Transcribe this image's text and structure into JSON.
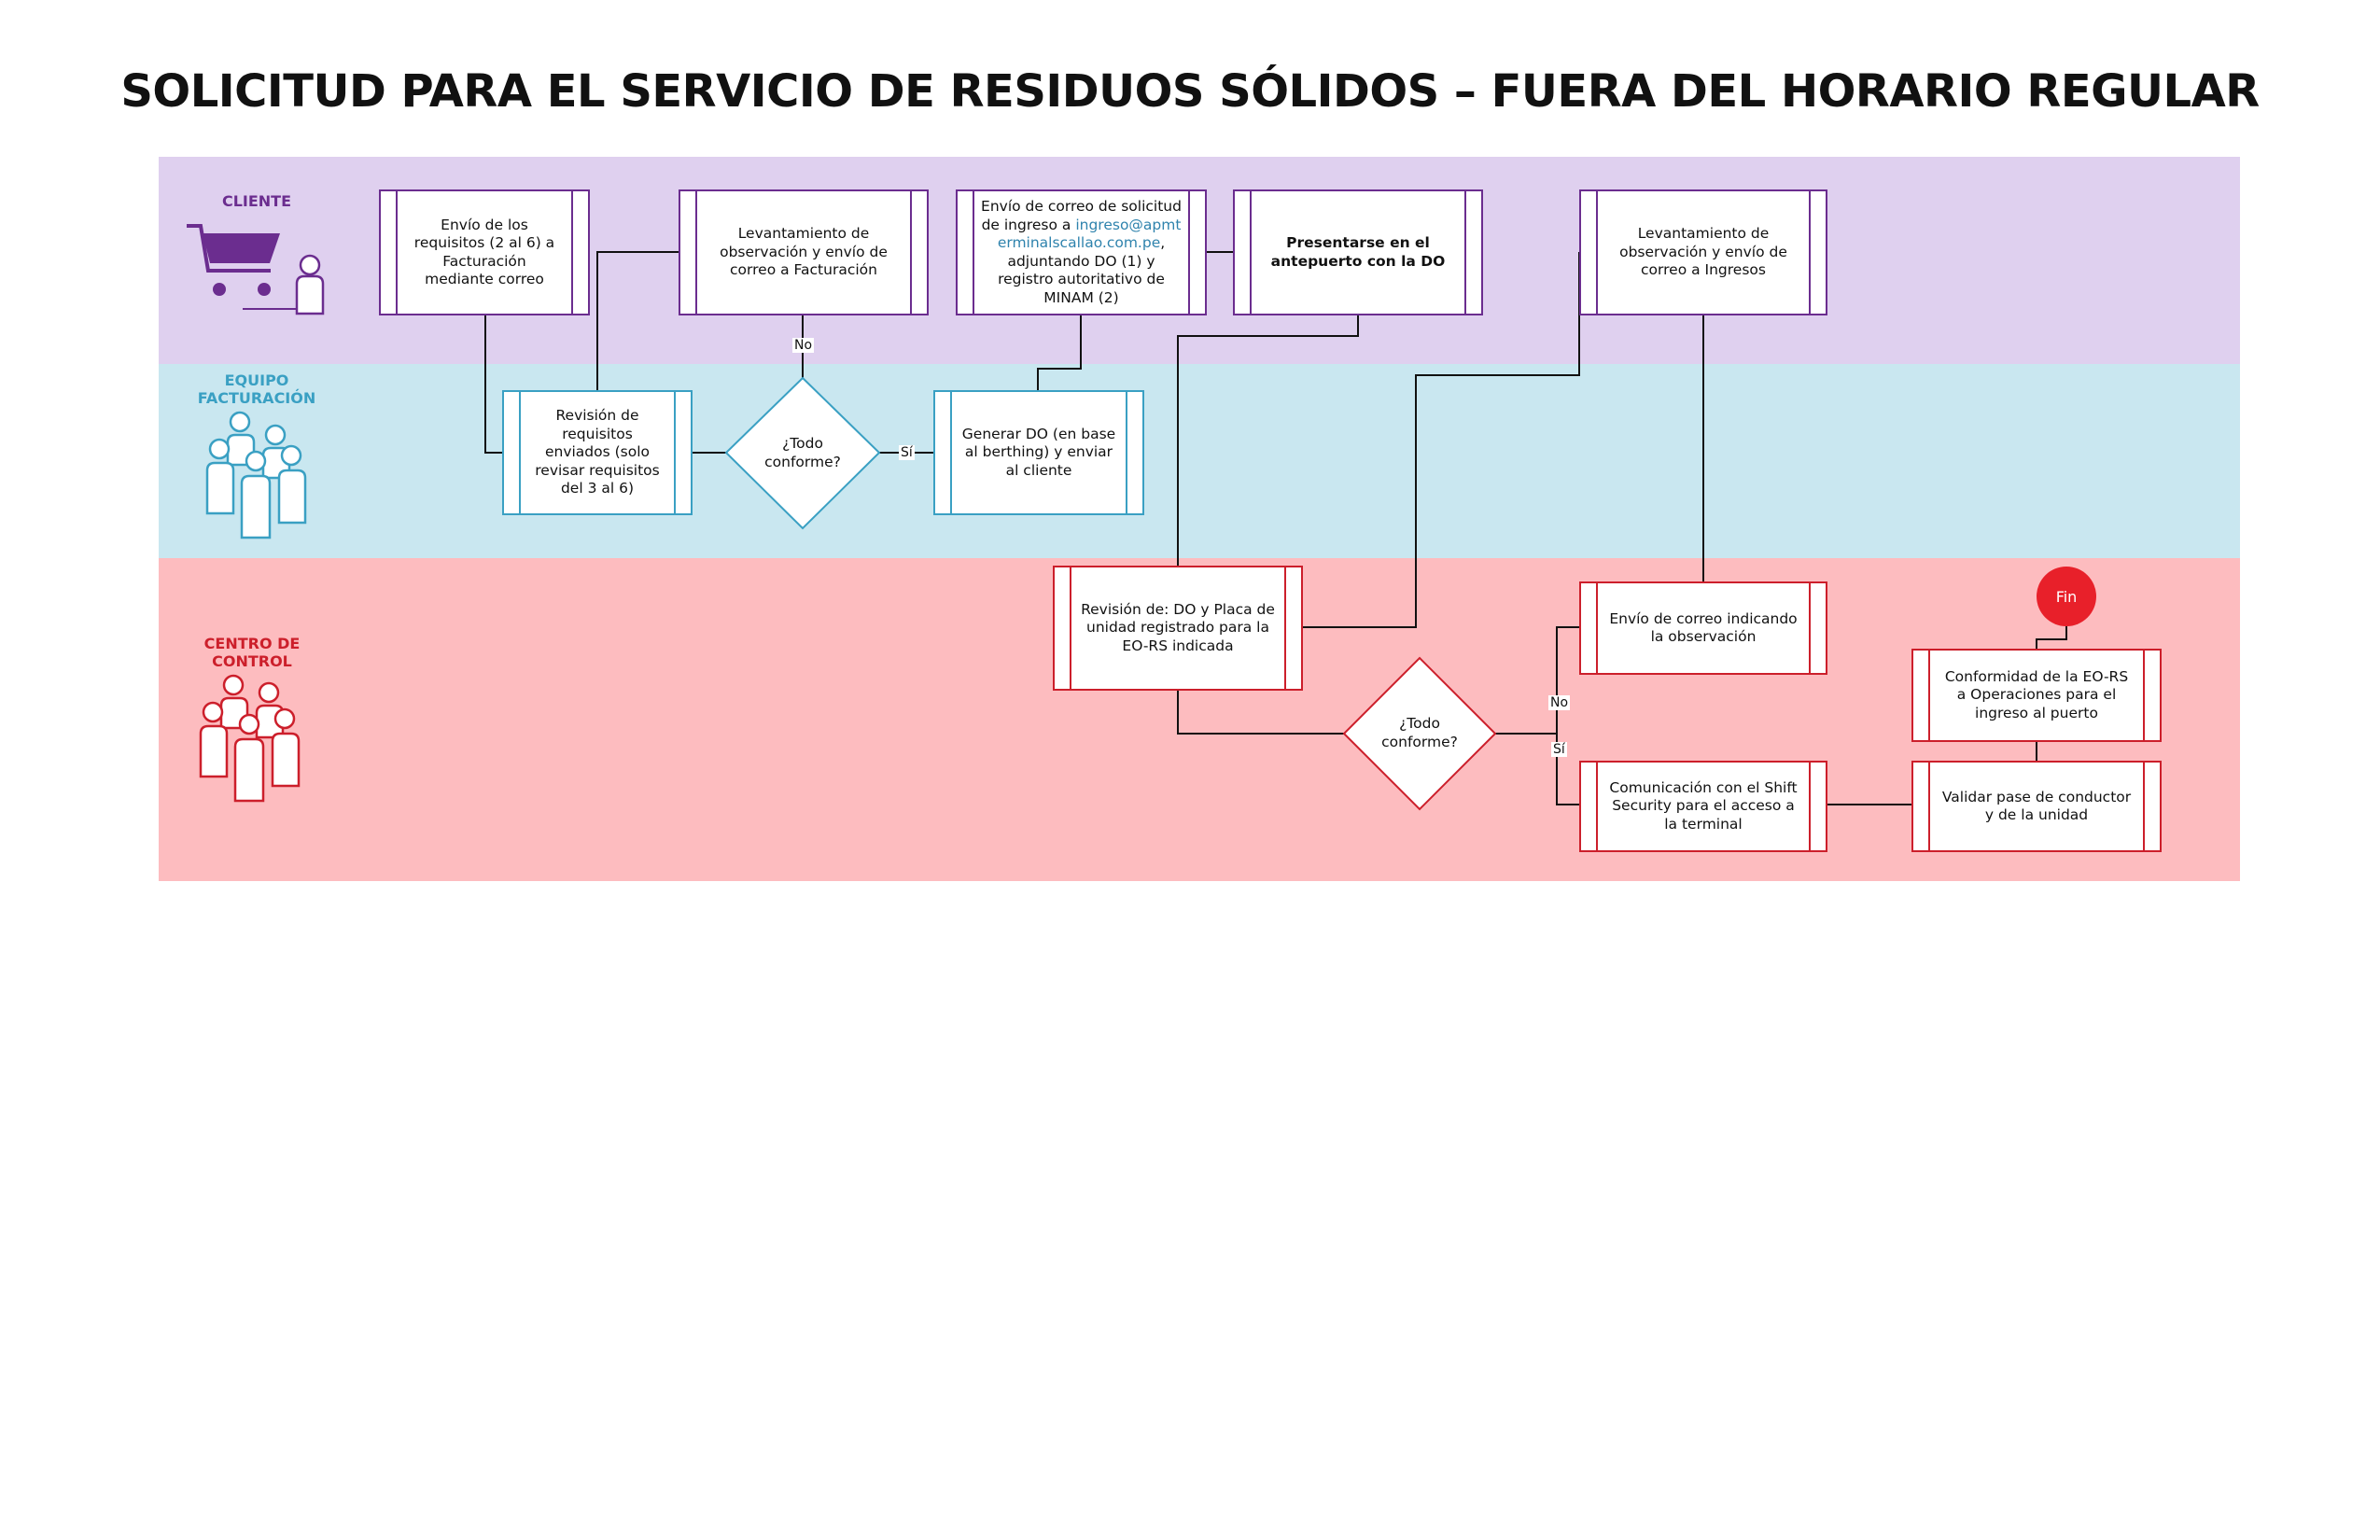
{
  "title": "SOLICITUD PARA EL SERVICIO DE RESIDUOS SÓLIDOS – FUERA DEL HORARIO REGULAR",
  "colors": {
    "cliente": "#6b2d8f",
    "facturacion": "#3aa0c3",
    "control": "#cc1f2b",
    "lane_cliente_bg": "#dfd0ef",
    "lane_facturacion_bg": "#c9e7f0",
    "lane_control_bg": "#fdbcbf"
  },
  "lanes": {
    "cliente": {
      "label": "CLIENTE",
      "icon": "shopping-cart-person-icon"
    },
    "facturacion": {
      "label": "EQUIPO FACTURACIÓN",
      "icon": "team-people-icon"
    },
    "control": {
      "label": "CENTRO DE CONTROL",
      "icon": "team-people-icon"
    }
  },
  "nodes": {
    "envio_requisitos": "Envío de los requisitos (2 al 6) a Facturación mediante correo",
    "levantamiento_facturacion": "Levantamiento de observación y envío de correo a Facturación",
    "envio_correo_solicitud_a": "Envío de correo de solicitud de ingreso a",
    "envio_correo_solicitud_email": "ingreso@apmterminalscallao.com.pe",
    "envio_correo_solicitud_b": ", adjuntando DO (1) y registro autoritativo de MINAM (2)",
    "presentarse": "Presentarse en el antepuerto con la DO",
    "levantamiento_ingresos": "Levantamiento de observación y envío de correo a Ingresos",
    "revision_requisitos": "Revisión de requisitos enviados (solo revisar requisitos del 3 al 6)",
    "decision_facturacion": "¿Todo conforme?",
    "generar_do": "Generar DO (en base al berthing) y enviar al cliente",
    "revision_do": "Revisión de: DO y Placa de unidad registrado para la EO-RS indicada",
    "decision_control": "¿Todo conforme?",
    "envio_observacion": "Envío de correo indicando la observación",
    "comunicacion_shift": "Comunicación con el Shift Security para el acceso a la terminal",
    "validar_pase": "Validar pase de conductor y de la unidad",
    "conformidad": "Conformidad de la EO-RS a Operaciones para el ingreso al puerto",
    "fin": "Fin"
  },
  "edge_labels": {
    "no": "No",
    "si": "Sí"
  }
}
